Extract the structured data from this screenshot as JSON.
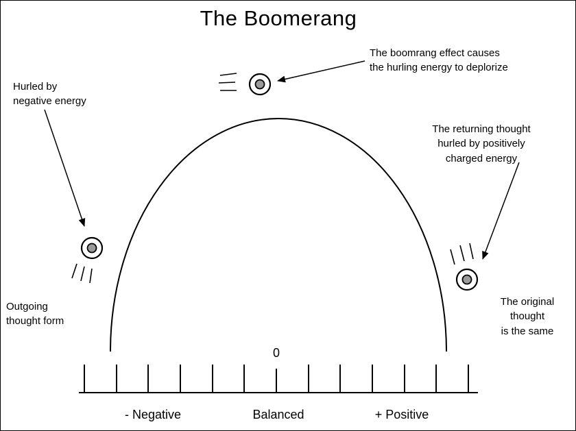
{
  "title": "The Boomerang",
  "annotations": {
    "boomerang_effect": "The boomrang effect causes\nthe hurling energy to deplorize",
    "hurled_by_negative": "Hurled by\nnegative energy",
    "returning_thought": "The returning thought\nhurled by positively\ncharged energy",
    "outgoing_thought": "Outgoing\nthought form",
    "original_thought": "The original\nthought\nis the same"
  },
  "axis": {
    "zero_label": "0",
    "labels": {
      "negative": "- Negative",
      "balanced": "Balanced",
      "positive": "+ Positive"
    }
  },
  "icons": {
    "particle": "thought-form-circle",
    "speed_lines": "motion-lines",
    "arrow": "annotation-arrow"
  },
  "colors": {
    "line": "#000000",
    "particle_inner": "#9a9a9a",
    "background": "#ffffff"
  }
}
